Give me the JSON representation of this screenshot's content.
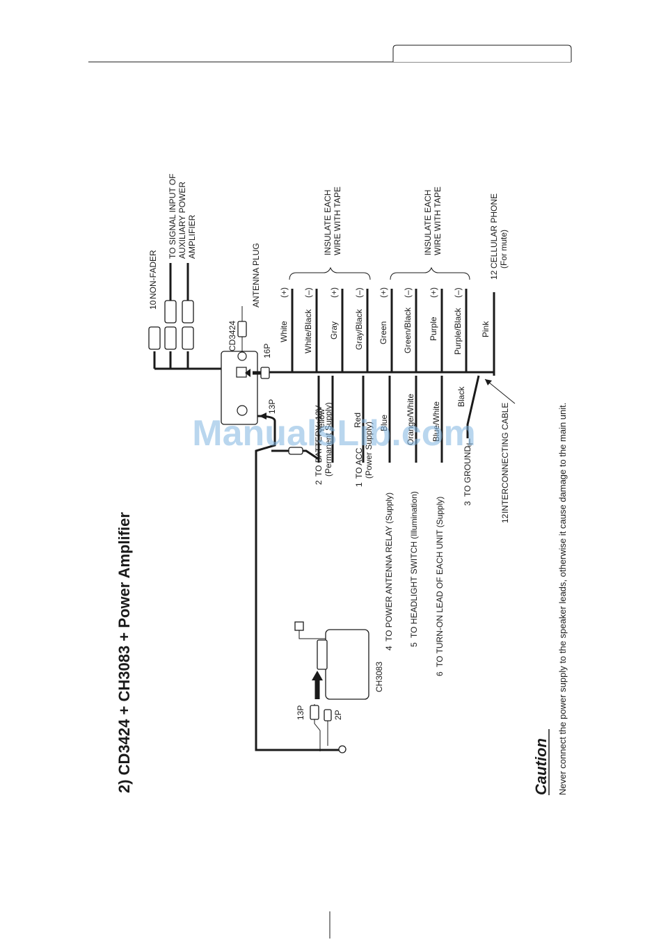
{
  "header": {
    "tab_label": ""
  },
  "title": "2) CD3424 + CH3083 + Power Amplifier",
  "units": {
    "cd": "CD3424",
    "ch": "CH3083"
  },
  "connectors": {
    "p13": "13P",
    "p16": "16P",
    "p13b": "13P",
    "p2": "2P"
  },
  "top_labels": {
    "non_fader": "NON-FADER",
    "non_fader_num": "10",
    "signal_1": "TO SIGNAL INPUT OF",
    "signal_2": "AUXILIARY POWER",
    "signal_3": "AMPLIFIER",
    "antenna": "ANTENNA PLUG"
  },
  "speaker_wires": [
    {
      "color": "White",
      "sign": "(+)"
    },
    {
      "color": "White/Black",
      "sign": "(–)"
    },
    {
      "color": "Gray",
      "sign": "(+)"
    },
    {
      "color": "Gray/Black",
      "sign": "(–)"
    },
    {
      "color": "Green",
      "sign": "(+)"
    },
    {
      "color": "Green/Black",
      "sign": "(–)"
    },
    {
      "color": "Purple",
      "sign": "(+)"
    },
    {
      "color": "Purple/Black",
      "sign": "(–)"
    },
    {
      "color": "Pink",
      "sign": ""
    }
  ],
  "insulate": {
    "line1": "INSULATE EACH",
    "line2": "WIRE WITH TAPE"
  },
  "cellular": {
    "num": "12",
    "line1": "CELLULAR PHONE",
    "line2": "(For mute)"
  },
  "power_wires": [
    "Yellow",
    "Red",
    "Blue",
    "Orange/White",
    "Blue/White",
    "Black"
  ],
  "power_labels": [
    {
      "num": "2",
      "line1": "TO BATTERY+12V",
      "line2": "(Permanent Supply)"
    },
    {
      "num": "1",
      "line1": "TO ACC",
      "line2": "(Power Supply)"
    },
    {
      "num": "4",
      "line1": "TO POWER ANTENNA RELAY (Supply)",
      "line2": ""
    },
    {
      "num": "5",
      "line1": "TO HEADLIGHT SWITCH (Illumination)",
      "line2": ""
    },
    {
      "num": "6",
      "line1": "TO TURN-ON LEAD OF EACH UNIT (Supply)",
      "line2": ""
    },
    {
      "num": "3",
      "line1": "TO GROUND",
      "line2": ""
    }
  ],
  "interconnecting": {
    "num": "12",
    "label": "INTERCONNECTING CABLE"
  },
  "caution": {
    "heading": "Caution",
    "text": "Never connect the power supply to the speaker leads, otherwise it cause damage to the main unit."
  },
  "watermark": "ManualsLib.com"
}
